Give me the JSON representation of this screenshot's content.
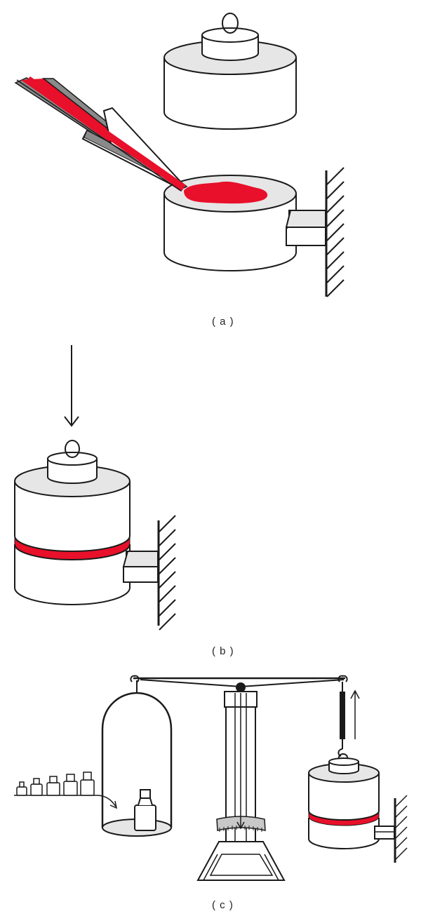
{
  "panels": [
    {
      "id": "a",
      "label": "( a )"
    },
    {
      "id": "b",
      "label": "( b )"
    },
    {
      "id": "c",
      "label": "( c )"
    }
  ],
  "colors": {
    "adhesive": "#e8102a",
    "stroke": "#1a1a1a",
    "cylinder_fill": "#ffffff",
    "top_face": "#e6e6e6",
    "wall": "#1a1a1a",
    "pipette_gray": "#8a8a8a"
  }
}
